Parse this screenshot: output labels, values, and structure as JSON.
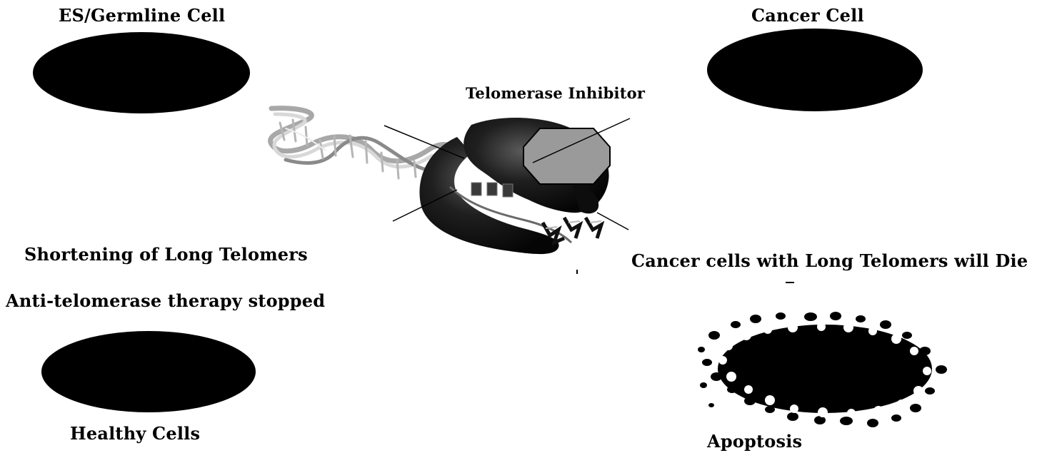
{
  "labels": {
    "es_germline": "ES/Germline Cell",
    "cancer_cell": "Cancer  Cell",
    "telomerase_inhibitor": "Telomerase Inhibitor",
    "shortening": "Shortening of Long Telomers",
    "therapy_stopped": "Anti-telomerase therapy stopped",
    "cancer_die": "Cancer cells with Long Telomers will Die",
    "healthy_cells": "Healthy Cells",
    "apoptosis": "Apoptosis"
  },
  "colors": {
    "cell_fill": "#000000",
    "inhibitor_fill": "#9a9a9a",
    "enzyme_fill": "#1a1a1a",
    "dna_strand": "#bdbdbd"
  },
  "icons": {
    "enzyme": "telomerase-enzyme-icon",
    "inhibitor": "octagon-inhibitor-icon",
    "dna": "dna-helix-icon"
  }
}
